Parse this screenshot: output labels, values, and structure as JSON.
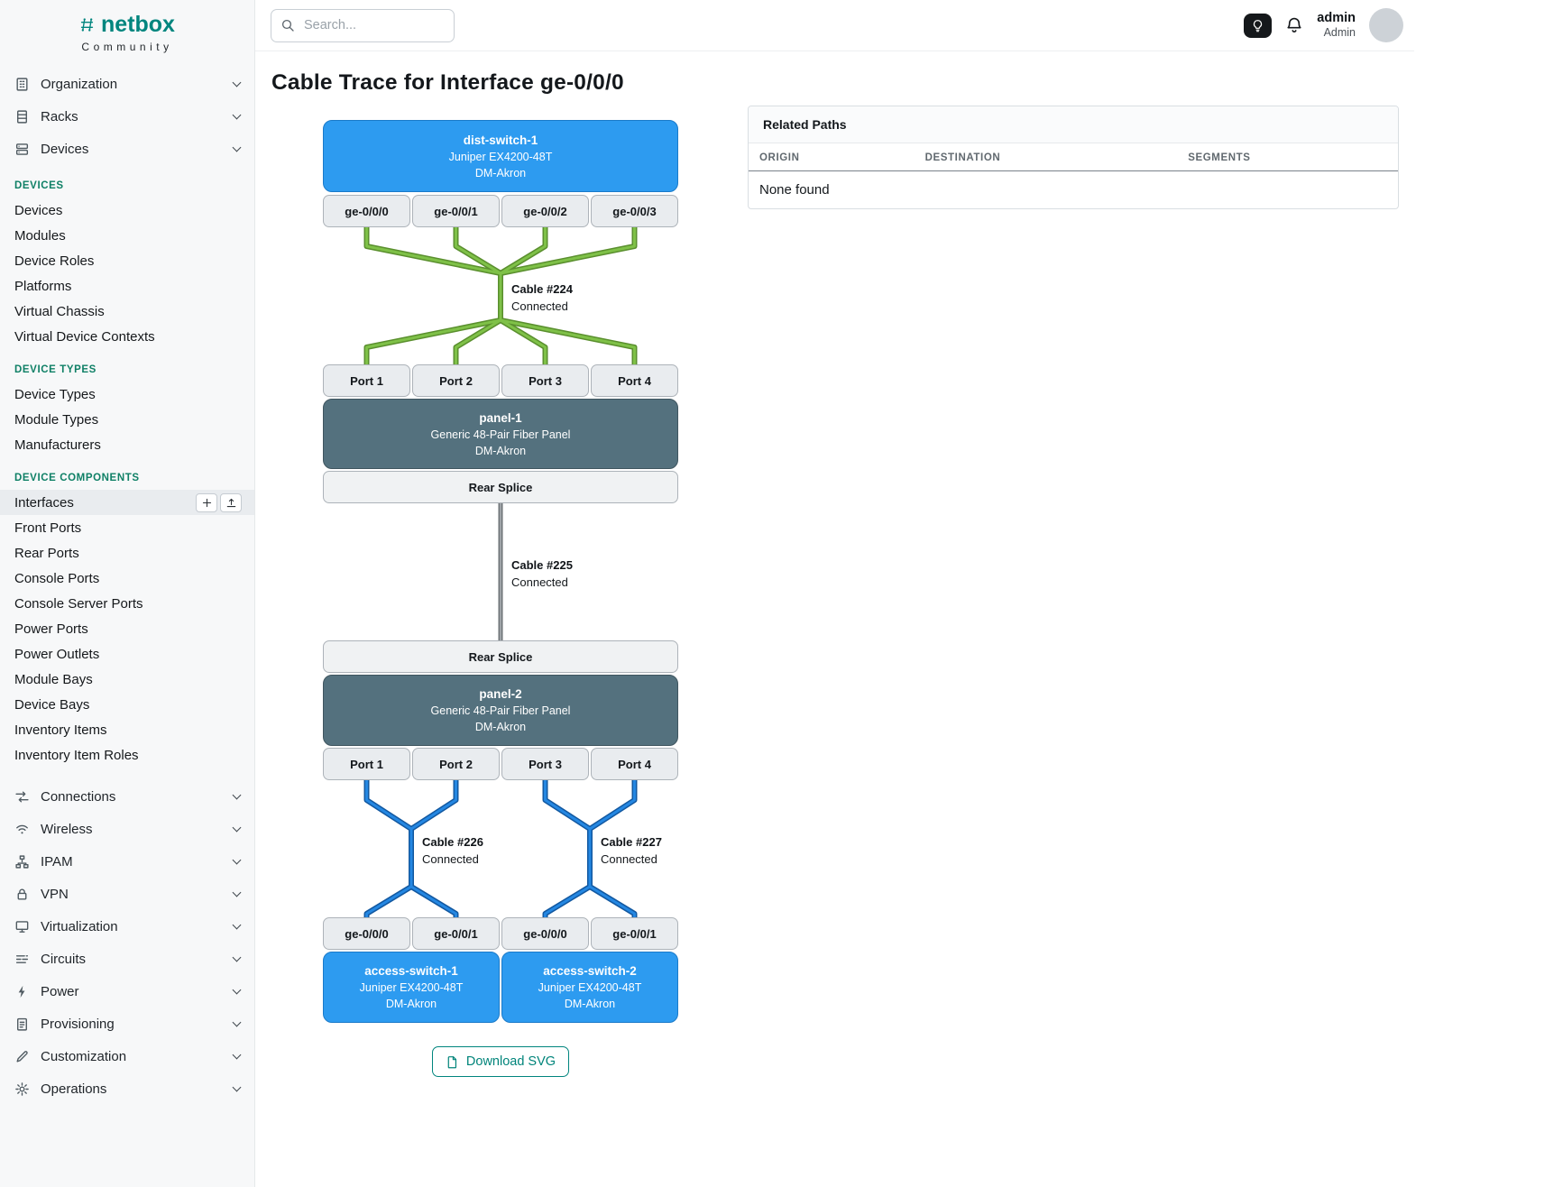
{
  "colors": {
    "brand_teal": "#00857e",
    "device_blue": "#2d9bf0",
    "panel_slate": "#54717e",
    "cable_green": "#7fc148",
    "cable_blue": "#2487e2",
    "cable_gray": "#9ea3a7"
  },
  "brand": {
    "logo_text": "netbox",
    "subtitle": "Community"
  },
  "topbar": {
    "search_placeholder": "Search...",
    "user_name": "admin",
    "user_role": "Admin"
  },
  "sidebar": {
    "top_items": [
      {
        "label": "Organization"
      },
      {
        "label": "Racks"
      },
      {
        "label": "Devices"
      }
    ],
    "sections": [
      {
        "heading": "DEVICES",
        "items": [
          "Devices",
          "Modules",
          "Device Roles",
          "Platforms",
          "Virtual Chassis",
          "Virtual Device Contexts"
        ]
      },
      {
        "heading": "DEVICE TYPES",
        "items": [
          "Device Types",
          "Module Types",
          "Manufacturers"
        ]
      },
      {
        "heading": "DEVICE COMPONENTS",
        "items": [
          "Interfaces",
          "Front Ports",
          "Rear Ports",
          "Console Ports",
          "Console Server Ports",
          "Power Ports",
          "Power Outlets",
          "Module Bays",
          "Device Bays",
          "Inventory Items",
          "Inventory Item Roles"
        ]
      }
    ],
    "bottom_items": [
      {
        "label": "Connections"
      },
      {
        "label": "Wireless"
      },
      {
        "label": "IPAM"
      },
      {
        "label": "VPN"
      },
      {
        "label": "Virtualization"
      },
      {
        "label": "Circuits"
      },
      {
        "label": "Power"
      },
      {
        "label": "Provisioning"
      },
      {
        "label": "Customization"
      },
      {
        "label": "Operations"
      }
    ]
  },
  "page": {
    "title": "Cable Trace for Interface ge-0/0/0",
    "download_button": "Download SVG"
  },
  "related_paths": {
    "title": "Related Paths",
    "columns": [
      "ORIGIN",
      "DESTINATION",
      "SEGMENTS"
    ],
    "empty": "None found"
  },
  "trace": {
    "nodes": {
      "dist_switch": {
        "name": "dist-switch-1",
        "model": "Juniper EX4200-48T",
        "site": "DM-Akron"
      },
      "dist_interfaces": [
        "ge-0/0/0",
        "ge-0/0/1",
        "ge-0/0/2",
        "ge-0/0/3"
      ],
      "panel1": {
        "name": "panel-1",
        "model": "Generic 48-Pair Fiber Panel",
        "site": "DM-Akron"
      },
      "panel1_front_ports": [
        "Port 1",
        "Port 2",
        "Port 3",
        "Port 4"
      ],
      "panel1_rear_port": "Rear Splice",
      "panel2_rear_port": "Rear Splice",
      "panel2": {
        "name": "panel-2",
        "model": "Generic 48-Pair Fiber Panel",
        "site": "DM-Akron"
      },
      "panel2_front_ports": [
        "Port 1",
        "Port 2",
        "Port 3",
        "Port 4"
      ],
      "access_interfaces": [
        "ge-0/0/0",
        "ge-0/0/1",
        "ge-0/0/0",
        "ge-0/0/1"
      ],
      "access_switch_1": {
        "name": "access-switch-1",
        "model": "Juniper EX4200-48T",
        "site": "DM-Akron"
      },
      "access_switch_2": {
        "name": "access-switch-2",
        "model": "Juniper EX4200-48T",
        "site": "DM-Akron"
      }
    },
    "cables": {
      "c224": {
        "label": "Cable #224",
        "status": "Connected"
      },
      "c225": {
        "label": "Cable #225",
        "status": "Connected"
      },
      "c226": {
        "label": "Cable #226",
        "status": "Connected"
      },
      "c227": {
        "label": "Cable #227",
        "status": "Connected"
      }
    }
  }
}
